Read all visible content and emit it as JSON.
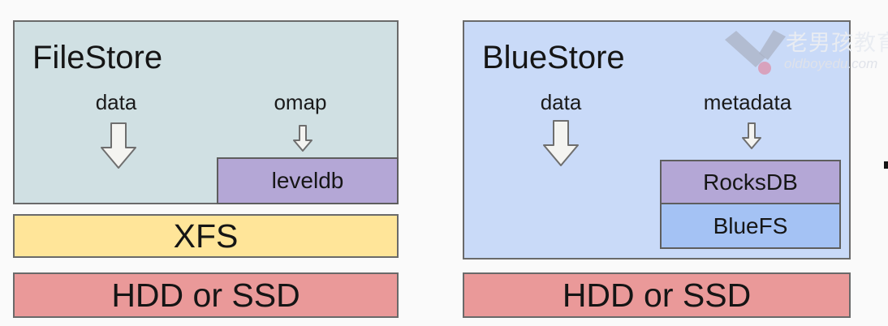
{
  "diagram": {
    "left_stack": {
      "title": "FileStore",
      "flows": [
        {
          "label": "data",
          "arrow": "large-down-arrow"
        },
        {
          "label": "omap",
          "arrow": "small-down-arrow"
        }
      ],
      "kv_store": {
        "label": "leveldb"
      },
      "filesystem": {
        "label": "XFS"
      },
      "device": {
        "label": "HDD or SSD"
      }
    },
    "right_stack": {
      "title": "BlueStore",
      "flows": [
        {
          "label": "data",
          "arrow": "large-down-arrow"
        },
        {
          "label": "metadata",
          "arrow": "small-down-arrow"
        }
      ],
      "kv_store": {
        "label": "RocksDB"
      },
      "filesystem": {
        "label": "BlueFS"
      },
      "device": {
        "label": "HDD or SSD"
      }
    },
    "colors": {
      "filestore_bg": "#d0e0e3",
      "bluestore_bg": "#c9daf8",
      "kv_store_bg": "#b4a7d6",
      "bluefs_bg": "#a4c2f4",
      "xfs_bg": "#ffe599",
      "device_bg": "#ea9999",
      "box_border": "#6a6a6a",
      "arrow_fill": "#f4f4f1",
      "page_bg": "#fafafa"
    }
  },
  "watermark": {
    "brand_cn": "老男孩教育",
    "brand_en": "oldboyedu.com"
  }
}
